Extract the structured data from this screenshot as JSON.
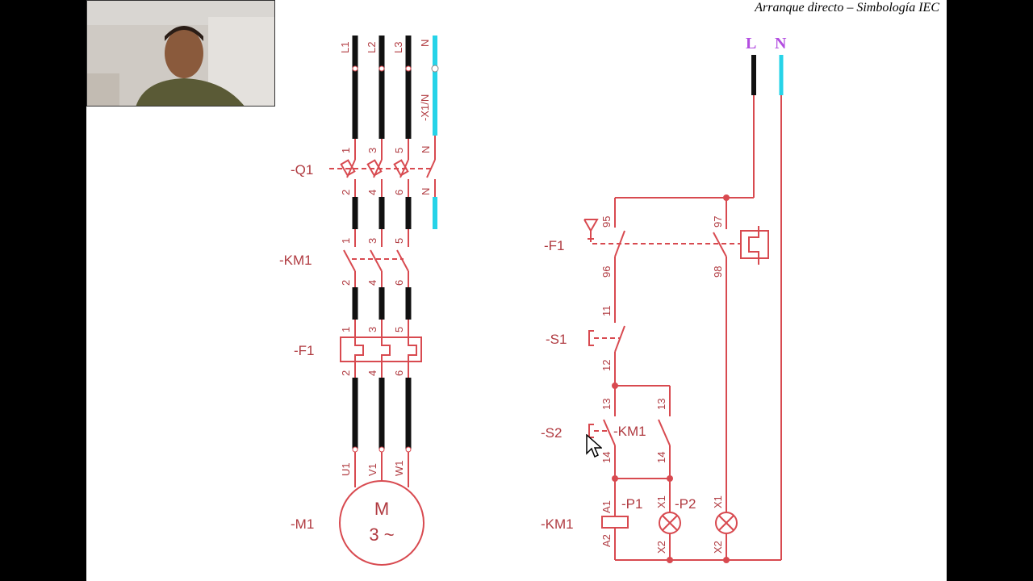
{
  "title": "Arranque directo – Simbología IEC",
  "colors": {
    "wire_black": "#111111",
    "wire_cyan": "#26d3e8",
    "circuit_red": "#d84a50",
    "label_purple": "#b34ee0",
    "label_red": "#b03a40"
  },
  "power": {
    "phases": [
      "L1",
      "L2",
      "L3"
    ],
    "neutral": "N",
    "neutral_terminal": "-X1/N",
    "q1": {
      "tag": "-Q1",
      "top": [
        "1",
        "3",
        "5"
      ],
      "bottom": [
        "2",
        "4",
        "6"
      ],
      "n_top": "N",
      "n_bottom": "N"
    },
    "km1": {
      "tag": "-KM1",
      "top": [
        "1",
        "3",
        "5"
      ],
      "bottom": [
        "2",
        "4",
        "6"
      ]
    },
    "f1": {
      "tag": "-F1",
      "top": [
        "1",
        "3",
        "5"
      ],
      "bottom": [
        "2",
        "4",
        "6"
      ]
    },
    "motor_terminals": [
      "U1",
      "V1",
      "W1"
    ],
    "motor": {
      "tag": "-M1",
      "label": "M",
      "sublabel": "3 ~"
    }
  },
  "control": {
    "supply": {
      "line": "L",
      "neutral": "N"
    },
    "f1": {
      "tag": "-F1",
      "nc_top": "95",
      "nc_bottom": "96",
      "no_top": "97",
      "no_bottom": "98"
    },
    "s1": {
      "tag": "-S1",
      "top": "11",
      "bottom": "12"
    },
    "s2": {
      "tag": "-S2",
      "top": "13",
      "bottom": "14"
    },
    "km1_aux": {
      "tag": "-KM1",
      "top": "13",
      "bottom": "14"
    },
    "coil": {
      "tag": "-KM1",
      "top": "A1",
      "bottom": "A2"
    },
    "p1": {
      "tag": "-P1",
      "top": "X1",
      "bottom": "X2"
    },
    "p2": {
      "tag": "-P2",
      "top": "X1",
      "bottom": "X2"
    }
  }
}
